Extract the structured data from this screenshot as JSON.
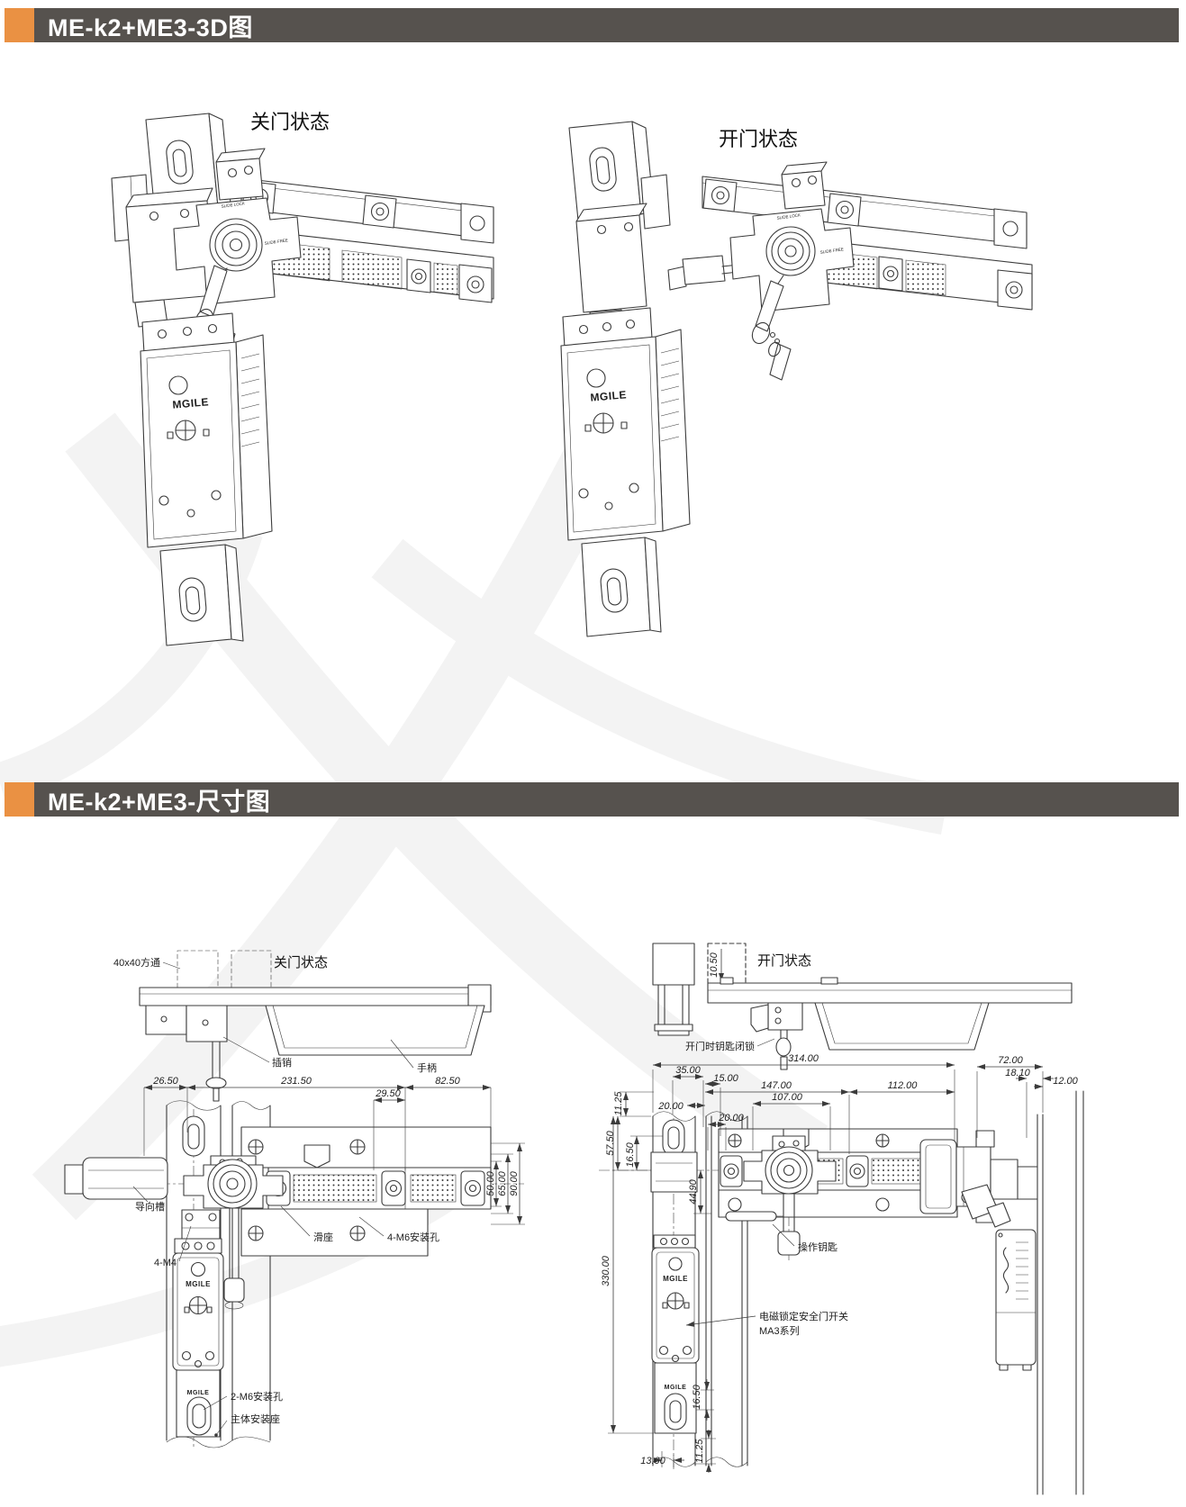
{
  "page": {
    "accent_color": "#EA9143",
    "header_bg": "#56524E",
    "line_color": "#3b3b3b"
  },
  "headers": {
    "h3d": "ME-k2+ME3-3D图",
    "hdims": "ME-k2+ME3-尺寸图"
  },
  "view3d": {
    "closed_title": "关门状态",
    "open_title": "开门状态",
    "brand": "MGILE",
    "slide_lock": "SLIDE LOCK",
    "slide_free": "SLIDE FREE"
  },
  "dim_closed": {
    "title": "关门状态",
    "labels": {
      "square_tube": "40x40方通",
      "latch_pin": "插销",
      "handle": "手柄",
      "guide_slot": "导向槽",
      "slide_seat": "滑座",
      "arm_mount_holes": "4-M6安装孔",
      "bracket_screws": "4-M4",
      "body_mount_holes": "2-M6安装孔",
      "body_mount_base": "主体安装座"
    },
    "dims": {
      "left_offset": "26.50",
      "arm_span": "231.50",
      "handle_span": "82.50",
      "gap": "29.50",
      "h_inner": "50.00",
      "h_mid": "65.00",
      "h_outer": "90.00"
    }
  },
  "dim_open": {
    "title": "开门状态",
    "labels": {
      "key_locked_when_open": "开门时钥匙闭锁",
      "operating_key": "操作钥匙",
      "switch_name": "电磁锁定安全门开关",
      "switch_series": "MA3系列"
    },
    "dims": {
      "tube_lift": "10.50",
      "total_span": "314.00",
      "rail_width": "35.00",
      "gap15": "15.00",
      "slide_span": "147.00",
      "handle_span": "112.00",
      "inner_span": "107.00",
      "off20a": "20.00",
      "off20b": "20.00",
      "top_off": "11.25",
      "slot_off": "57.50",
      "block_off": "16.50",
      "center_drop": "44.90",
      "total_height": "330.00",
      "plate_off": "16.50",
      "slot_x": "13.00",
      "bottom_off": "11.25",
      "side_depth": "72.00",
      "side_inner": "18.10",
      "door_thk": "12.00"
    }
  }
}
